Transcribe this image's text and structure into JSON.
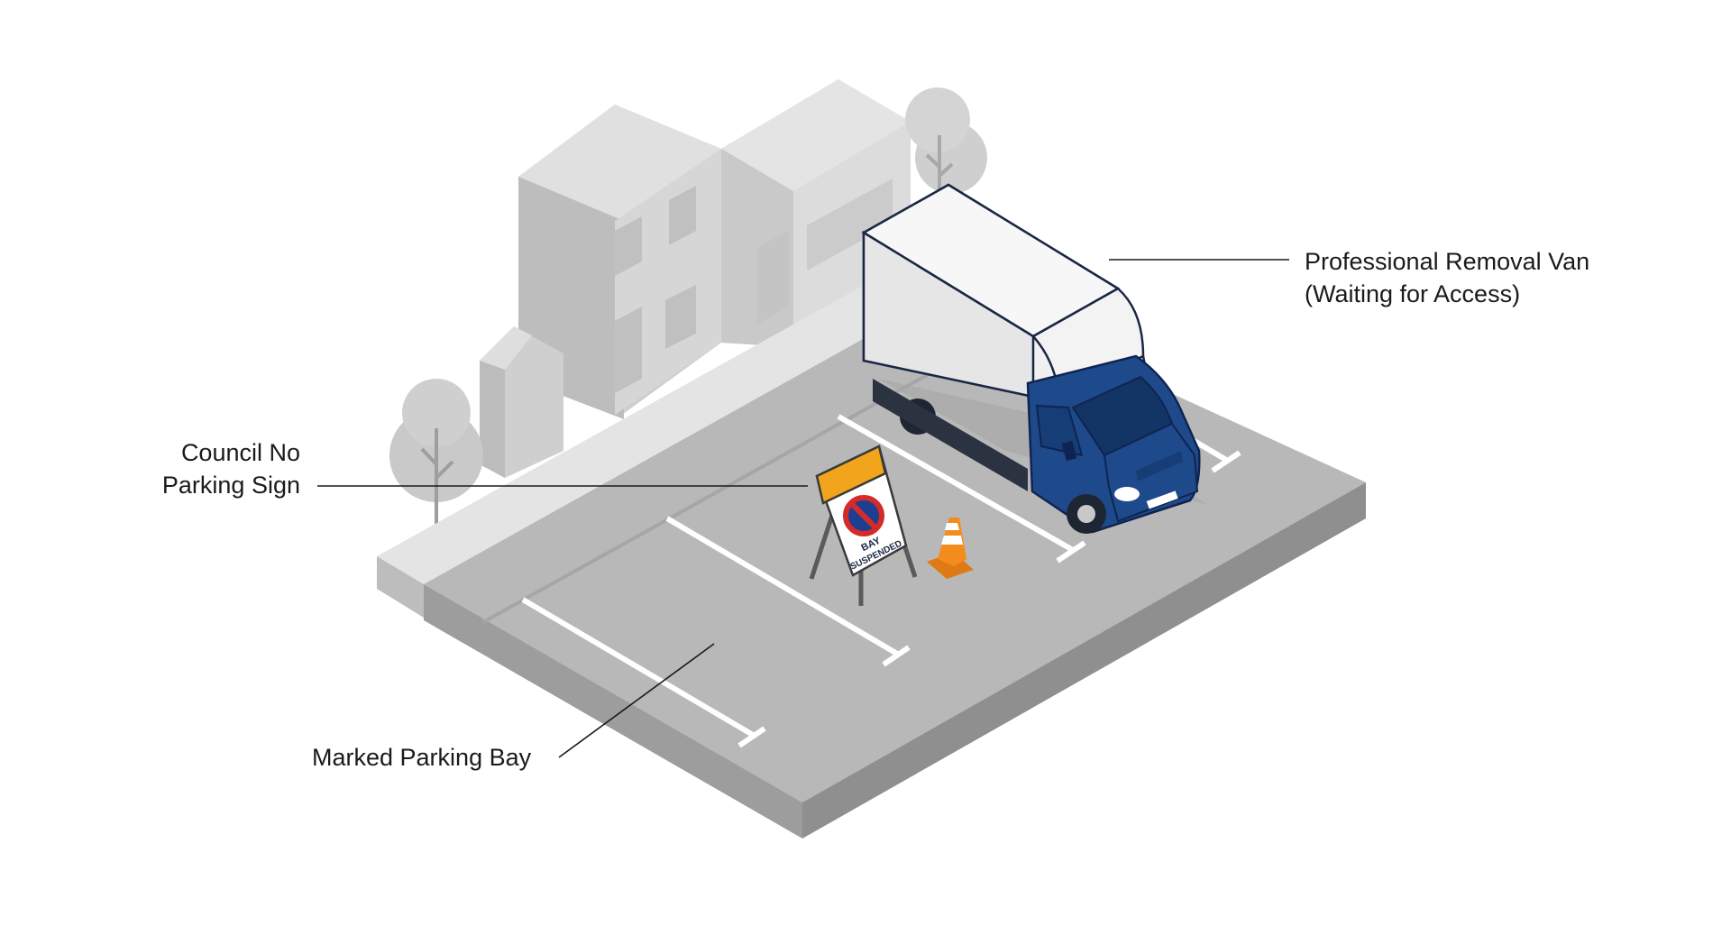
{
  "labels": {
    "sign": {
      "line1": "Council No",
      "line2": "Parking Sign"
    },
    "bay": {
      "text": "Marked Parking Bay"
    },
    "van": {
      "line1": "Professional Removal Van",
      "line2": "(Waiting for Access)"
    }
  },
  "sign_board": {
    "line1": "BAY",
    "line2": "SUSPENDED"
  },
  "colors": {
    "van_blue": "#1e4a8c",
    "van_blue_dark": "#123566",
    "sign_orange": "#f2a51c",
    "no_parking_red": "#d42a2a",
    "no_parking_blue": "#1e3f8f",
    "cone_orange": "#f28c1c",
    "road_gray": "#b5b5b5",
    "pavement_gray": "#dedede",
    "building_gray": "#d2d2d2",
    "leader_line": "#1a1a1a"
  },
  "icons": [
    "no-parking-icon",
    "traffic-cone-icon",
    "tree-icon",
    "van-icon",
    "building-icon"
  ]
}
